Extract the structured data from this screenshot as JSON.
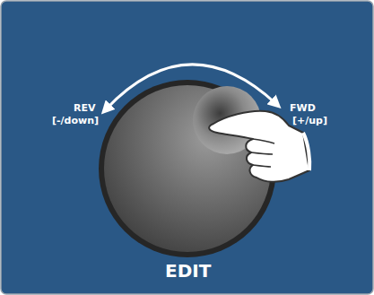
{
  "diagram": {
    "labels": [
      "REV",
      "[-/down]",
      "FWD",
      "[+/up]",
      "EDIT"
    ]
  }
}
